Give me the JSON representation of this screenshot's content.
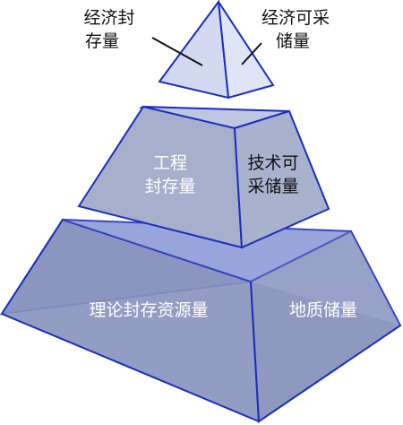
{
  "tiers": {
    "top": {
      "left_label": [
        "经济封",
        "存量"
      ],
      "right_label": [
        "经济可采",
        "储量"
      ]
    },
    "middle": {
      "left_label": [
        "工程",
        "封存量"
      ],
      "right_label": [
        "技术可",
        "采储量"
      ]
    },
    "bottom": {
      "left_label": "理论封存资源量",
      "right_label": "地质储量"
    }
  },
  "colors": {
    "top_fill": "#d6dcf3",
    "middle_fill": "#aab3cf",
    "bottom_fill": "#8b95bd",
    "ring_fill": "#8e9fde",
    "outline": "#1a2fbf"
  }
}
